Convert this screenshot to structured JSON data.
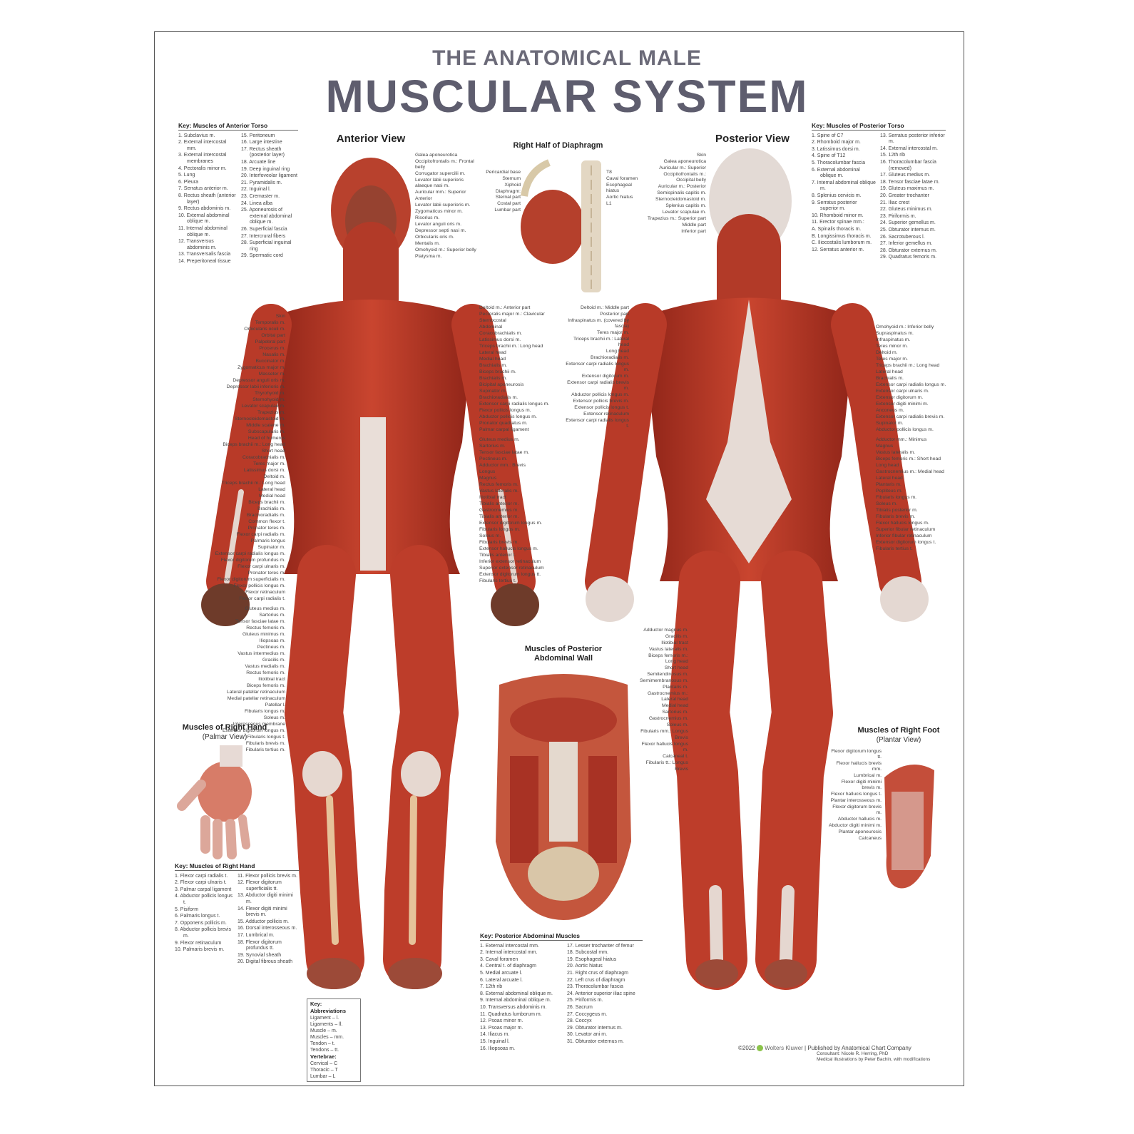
{
  "title": {
    "line1": "THE ANATOMICAL MALE",
    "line2": "MUSCULAR SYSTEM"
  },
  "views": {
    "anterior": "Anterior View",
    "posterior": "Posterior View",
    "diaphragm": "Right Half of Diaphragm",
    "abdominal_wall": "Muscles of Posterior Abdominal Wall",
    "hand": "Muscles of Right Hand",
    "hand_sub": "(Palmar View)",
    "foot": "Muscles of Right Foot",
    "foot_sub": "(Plantar View)"
  },
  "colors": {
    "muscle": "#c0392b",
    "muscle_dark": "#8e2418",
    "tendon": "#e9ded8",
    "title": "#5e5d6e"
  },
  "key_anterior_torso": {
    "title": "Key: Muscles of Anterior Torso",
    "col1": [
      "1. Subclavius m.",
      "2. External intercostal mm.",
      "3. External intercostal membranes",
      "4. Pectoralis minor m.",
      "5. Lung",
      "6. Pleura",
      "7. Serratus anterior m.",
      "8. Rectus sheath (anterior layer)",
      "9. Rectus abdominis m.",
      "10. External abdominal oblique m.",
      "11. Internal abdominal oblique m.",
      "12. Transversus abdominis m.",
      "13. Transversalis fascia",
      "14. Preperitoneal tissue"
    ],
    "col2": [
      "15. Peritoneum",
      "16. Large intestine",
      "17. Rectus sheath (posterior layer)",
      "18. Arcuate line",
      "19. Deep inguinal ring",
      "20. Interfoveolar ligament",
      "21. Pyramidalis m.",
      "22. Inguinal l.",
      "23. Cremaster m.",
      "24. Linea alba",
      "25. Aponeurosis of external abdominal oblique m.",
      "26. Superficial fascia",
      "27. Intercrural fibers",
      "28. Superficial inguinal ring",
      "29. Spermatic cord"
    ]
  },
  "key_posterior_torso": {
    "title": "Key: Muscles of Posterior Torso",
    "col1": [
      "1. Spine of C7",
      "2. Rhomboid major m.",
      "3. Latissimus dorsi m.",
      "4. Spine of T12",
      "5. Thoracolumbar fascia",
      "6. External abdominal oblique m.",
      "7. Internal abdominal oblique m.",
      "8. Splenius cervicis m.",
      "9. Serratus posterior superior m.",
      "10. Rhomboid minor m.",
      "11. Erector spinae mm.:",
      "A. Spinalis thoracis m.",
      "B. Longissimus thoracis m.",
      "C. Iliocostalis lumborum m.",
      "12. Serratus anterior m."
    ],
    "col2": [
      "13. Serratus posterior inferior m.",
      "14. External intercostal m.",
      "15. 12th rib",
      "16. Thoracolumbar fascia (removed)",
      "17. Gluteus medius m.",
      "18. Tensor fasciae latae m.",
      "19. Gluteus maximus m.",
      "20. Greater trochanter",
      "21. Iliac crest",
      "22. Gluteus minimus m.",
      "23. Piriformis m.",
      "24. Superior gemellus m.",
      "25. Obturator internus m.",
      "26. Sacrotuberous l.",
      "27. Inferior gemellus m.",
      "28. Obturator externus m.",
      "29. Quadratus femoris m."
    ]
  },
  "key_hand": {
    "title": "Key: Muscles of Right Hand",
    "col1": [
      "1. Flexor carpi radialis t.",
      "2. Flexor carpi ulnaris t.",
      "3. Palmar carpal ligament",
      "4. Abductor pollicis longus t.",
      "5. Pisiform",
      "6. Palmaris longus t.",
      "7. Opponens pollicis m.",
      "8. Abductor pollicis brevis m.",
      "9. Flexor retinaculum",
      "10. Palmaris brevis m."
    ],
    "col2": [
      "11. Flexor pollicis brevis m.",
      "12. Flexor digitorum superficialis tt.",
      "13. Abductor digiti minimi m.",
      "14. Flexor digiti minimi brevis m.",
      "15. Adductor pollicis m.",
      "16. Dorsal interosseous m.",
      "17. Lumbrical m.",
      "18. Flexor digitorum profundus tt.",
      "19. Synovial sheath",
      "20. Digital fibrous sheath"
    ]
  },
  "key_abdominal": {
    "title": "Key: Posterior Abdominal Muscles",
    "col1": [
      "1. External intercostal mm.",
      "2. Internal intercostal mm.",
      "3. Caval foramen",
      "4. Central t. of diaphragm",
      "5. Medial arcuate l.",
      "6. Lateral arcuate l.",
      "7. 12th rib",
      "8. External abdominal oblique m.",
      "9. Internal abdominal oblique m.",
      "10. Transversus abdominis m.",
      "11. Quadratus lumborum m.",
      "12. Psoas minor m.",
      "13. Psoas major m.",
      "14. Iliacus m.",
      "15. Inguinal l.",
      "16. Iliopsoas m."
    ],
    "col2": [
      "17. Lesser trochanter of femur",
      "18. Subcostal mm.",
      "19. Esophageal hiatus",
      "20. Aortic hiatus",
      "21. Right crus of diaphragm",
      "22. Left crus of diaphragm",
      "23. Thoracolumbar fascia",
      "24. Anterior superior iliac spine",
      "25. Piriformis m.",
      "26. Sacrum",
      "27. Coccygeus m.",
      "28. Coccyx",
      "29. Obturator internus m.",
      "30. Levator ani m.",
      "31. Obturator externus m."
    ]
  },
  "key_abbreviations": {
    "title": "Key: Abbreviations",
    "items": [
      "Ligament – l.",
      "Ligaments – ll.",
      "Muscle – m.",
      "Muscles – mm.",
      "Tendon – t.",
      "Tendons – tt."
    ],
    "vert_title": "Vertebrae:",
    "vert_items": [
      "Cervical – C",
      "Thoracic – T",
      "Lumbar – L"
    ]
  },
  "labels": {
    "anterior_left": [
      "Skin",
      "Temporalis m.",
      "Orbicularis oculi m.",
      "Orbital part",
      "Palpebral part",
      "Procerus m.",
      "Nasalis m.",
      "Buccinator m.",
      "Zygomaticus major m.",
      "Masseter m.",
      "Depressor anguli oris m.",
      "Depressor labii inferioris m.",
      "Thyrohyoid m.",
      "Sternohyoid m.",
      "Levator scapulae m.",
      "Trapezius m.",
      "Sternocleidomastoid m.",
      "Middle scalene m.",
      "Subscapularis m.",
      "Head of humerus",
      "Biceps brachii m.: Long head",
      "Short head",
      "Coracobrachialis m.",
      "Teres major m.",
      "Latissimus dorsi m.",
      "Deltoid m.",
      "Triceps brachii m.: Long head",
      "Lateral head",
      "Medial head",
      "Biceps brachii m.",
      "Brachialis m.",
      "Brachioradialis m.",
      "Common flexor t.",
      "Pronator teres m.",
      "Flexor carpi radialis m.",
      "Palmaris longus",
      "Supinator m.",
      "Extensor carpi radialis longus m.",
      "Flexor digitorum profundus m.",
      "Flexor carpi ulnaris m.",
      "Pronator teres m.",
      "Flexor digitorum superficialis m.",
      "Flexor pollicis longus m.",
      "Flexor retinaculum",
      "Flexor carpi radialis t."
    ],
    "anterior_left_lower": [
      "Gluteus medius m.",
      "Sartorius m.",
      "Tensor fasciae latae m.",
      "Rectus femoris m.",
      "Gluteus minimus m.",
      "Iliopsoas m.",
      "Pectineus m.",
      "Vastus intermedius m.",
      "Gracilis m.",
      "Vastus medialis m.",
      "Rectus femoris m.",
      "Iliotibial tract",
      "Biceps femoris m.",
      "Lateral patellar retinaculum",
      "Medial patellar retinaculum",
      "Patellar l.",
      "Fibularis longus m.",
      "Soleus m.",
      "Interosseous membrane",
      "Extensor digitorum longus m.",
      "Fibularis longus t.",
      "Fibularis brevis m.",
      "Fibularis tertius m."
    ],
    "anterior_right": [
      "Galea aponeurotica",
      "Occipitofrontalis m.: Frontal belly",
      "Corrugator supercilii m.",
      "Levator labii superioris alaeque nasi m.",
      "Auricular mm.: Superior",
      "Anterior",
      "Levator labii superioris m.",
      "Zygomaticus minor m.",
      "Risorius m.",
      "Levator anguli oris m.",
      "Depressor septi nasi m.",
      "Orbicularis oris m.",
      "Mentalis m.",
      "Omohyoid m.: Superior belly",
      "Platysma m.",
      "Deltoid m.: Anterior part",
      "Pectoralis major m.: Clavicular",
      "Sternocostal",
      "Abdominal",
      "Coracobrachialis m.",
      "Latissimus dorsi m.",
      "Triceps brachii m.: Long head",
      "Lateral head",
      "Medial head",
      "Brachialis m.",
      "Biceps brachii m.",
      "Brachialis m.",
      "Bicipital aponeurosis",
      "Supinator m.",
      "Brachioradialis m.",
      "Extensor carpi radialis longus m.",
      "Flexor pollicis longus m.",
      "Abductor pollicis longus m.",
      "Pronator quadratus m.",
      "Palmar carpal ligament"
    ],
    "anterior_right_lower": [
      "Gluteus medius m.",
      "Sartorius m.",
      "Tensor fasciae latae m.",
      "Pectineus m.",
      "Adductor mm.: Brevis",
      "Longus",
      "Magnus",
      "Rectus femoris m.",
      "Vastus lateralis m.",
      "Iliotibial tract",
      "Tibialis anterior m.",
      "Gastrocnemius m.",
      "Tibialis anterior m.",
      "Extensor digitorum longus m.",
      "Fibularis longus m.",
      "Soleus m.",
      "Fibularis brevis m.",
      "Extensor hallucis longus m.",
      "Tibialis anterior t.",
      "Inferior extensor retinaculum",
      "Superior extensor retinaculum",
      "Extensor digitorum longus tt.",
      "Fibularis tertius t."
    ],
    "posterior_left": [
      "Skin",
      "Galea aponeurotica",
      "Auricular m.: Superior",
      "Occipitofrontalis m.: Occipital belly",
      "Auricular m.: Posterior",
      "Semispinalis capitis m.",
      "Sternocleidomastoid m.",
      "Splenius capitis m.",
      "Levator scapulae m.",
      "Trapezius m.: Superior part",
      "Middle part",
      "Inferior part",
      "Deltoid m.: Middle part",
      "Posterior part",
      "Infraspinatus m. (covered by fascia)",
      "Teres major m.",
      "Triceps brachii m.: Lateral head",
      "Long head",
      "Brachioradialis m.",
      "Extensor carpi radialis longus m.",
      "Extensor digitorum m.",
      "Extensor carpi radialis brevis m.",
      "Abductor pollicis longus m.",
      "Extensor pollicis brevis m.",
      "Extensor pollicis longus t.",
      "Extensor retinaculum",
      "Extensor carpi radialis longus t."
    ],
    "posterior_left_lower": [
      "Adductor magnus m.",
      "Gracilis m.",
      "Iliotibial tract",
      "Vastus lateralis m.",
      "Biceps femoris m.: Long head",
      "Short head",
      "Semitendinosus m.",
      "Semimembranosus m.",
      "Plantaris m.",
      "Gastrocnemius m.: Lateral head",
      "Medial head",
      "Sartorius m.",
      "Gastrocnemius m.",
      "Soleus m.",
      "Fibularis mm.: Longus",
      "Brevis",
      "Flexor hallucis longus m.",
      "Calcaneal t.",
      "Fibularis tt.: Longus",
      "Brevis"
    ],
    "posterior_right": [
      "Omohyoid m.: Inferior belly",
      "Supraspinatus m.",
      "Infraspinatus m.",
      "Teres minor m.",
      "Deltoid m.",
      "Teres major m.",
      "Triceps brachii m.: Long head",
      "Lateral head",
      "Brachialis m.",
      "Extensor carpi radialis longus m.",
      "Extensor carpi ulnaris m.",
      "Extensor digitorum m.",
      "Extensor digiti minimi m.",
      "Anconeus m.",
      "Extensor carpi radialis brevis m.",
      "Supinator m.",
      "Abductor pollicis longus m."
    ],
    "posterior_right_lower": [
      "Adductor mm.: Minimus",
      "Magnus",
      "Vastus lateralis m.",
      "Biceps femoris m.: Short head",
      "Long head",
      "Gastrocnemius m.: Medial head",
      "Lateral head",
      "Plantaris m.",
      "Popliteus m.",
      "Fibularis longus m.",
      "Soleus m.",
      "Tibialis posterior m.",
      "Fibularis brevis m.",
      "Flexor hallucis longus m.",
      "Superior fibular retinaculum",
      "Inferior fibular retinaculum",
      "Extensor digitorum longus t.",
      "Fibularis tertius t."
    ],
    "diaphragm_left": [
      "Pericardial base",
      "Sternum",
      "Xiphoid",
      "Diaphragm: Sternal part",
      "Costal part",
      "Lumbar part"
    ],
    "diaphragm_right": [
      "T8",
      "Caval foramen",
      "Esophageal hiatus",
      "Aortic hiatus",
      "L1"
    ],
    "foot_left": [
      "Flexor digitorum longus tt.",
      "Flexor hallucis brevis mm.",
      "Lumbrical m.",
      "Flexor digiti minimi brevis m.",
      "Flexor hallucis longus t.",
      "Plantar interosseous m.",
      "Flexor digitorum brevis m.",
      "Abductor hallucis m.",
      "Abductor digiti minimi m.",
      "Plantar aponeurosis",
      "Calcaneus"
    ]
  },
  "credit": {
    "copyright": "©2022",
    "brand": "Wolters Kluwer",
    "publisher": "Published by Anatomical Chart Company",
    "consultant": "Consultant: Nicole R. Herring, PhD",
    "illustrations": "Medical illustrations by Peter Bachin, with modifications"
  }
}
